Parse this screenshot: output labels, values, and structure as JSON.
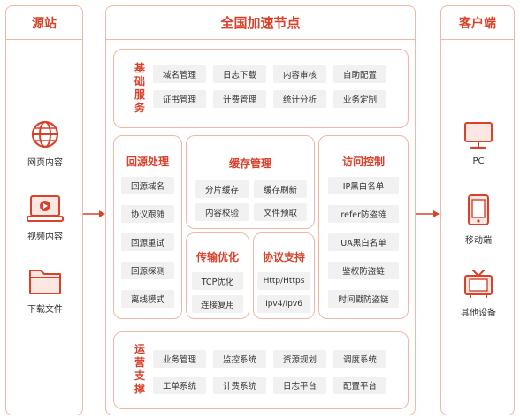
{
  "colors": {
    "accent": "#d9412b",
    "border": "#f0b7a7",
    "chip": "#f1f1f1"
  },
  "left": {
    "title": "源站",
    "items": [
      {
        "label": "网页内容",
        "icon": "globe-icon"
      },
      {
        "label": "视频内容",
        "icon": "laptop-video-icon"
      },
      {
        "label": "下载文件",
        "icon": "folder-icon"
      }
    ]
  },
  "center": {
    "title": "全国加速节点",
    "basic": {
      "title": "基础服务",
      "items": [
        "域名管理",
        "日志下载",
        "内容审核",
        "自助配置",
        "证书管理",
        "计费管理",
        "统计分析",
        "业务定制"
      ]
    },
    "origin": {
      "title": "回源处理",
      "items": [
        "回源域名",
        "协议跟随",
        "回源重试",
        "回源探测",
        "离线模式"
      ]
    },
    "cache": {
      "title": "缓存管理",
      "items": [
        "分片缓存",
        "缓存刷新",
        "内容校验",
        "文件预取"
      ]
    },
    "transfer": {
      "title": "传输优化",
      "items": [
        "TCP优化",
        "连接复用"
      ]
    },
    "protocol": {
      "title": "协议支持",
      "items": [
        "Http/Https",
        "Ipv4/Ipv6"
      ]
    },
    "access": {
      "title": "访问控制",
      "items": [
        "IP黑白名单",
        "refer防盗链",
        "UA黑白名单",
        "鉴权防盗链",
        "时间戳防盗链"
      ]
    },
    "ops": {
      "title": "运营支撑",
      "items": [
        "业务管理",
        "监控系统",
        "资源规划",
        "调度系统",
        "工单系统",
        "计费系统",
        "日志平台",
        "配置平台"
      ]
    }
  },
  "right": {
    "title": "客户端",
    "items": [
      {
        "label": "PC",
        "icon": "monitor-icon"
      },
      {
        "label": "移动端",
        "icon": "tablet-icon"
      },
      {
        "label": "其他设备",
        "icon": "tv-icon"
      }
    ]
  }
}
